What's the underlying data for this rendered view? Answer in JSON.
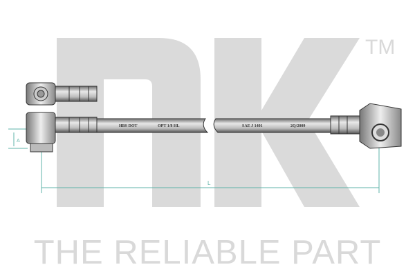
{
  "logo": {
    "letters": "NK",
    "trademark": "TM",
    "tagline": "THE RELIABLE PART",
    "color": "#dadada"
  },
  "hose": {
    "markings": [
      "HBS DOT",
      "OPT 1/8 HL",
      "SAE J 1401",
      "2Q/2009"
    ],
    "dimension_length_label": "L",
    "dimension_a_label": "A",
    "dimension_color": "#5fb3a8"
  }
}
